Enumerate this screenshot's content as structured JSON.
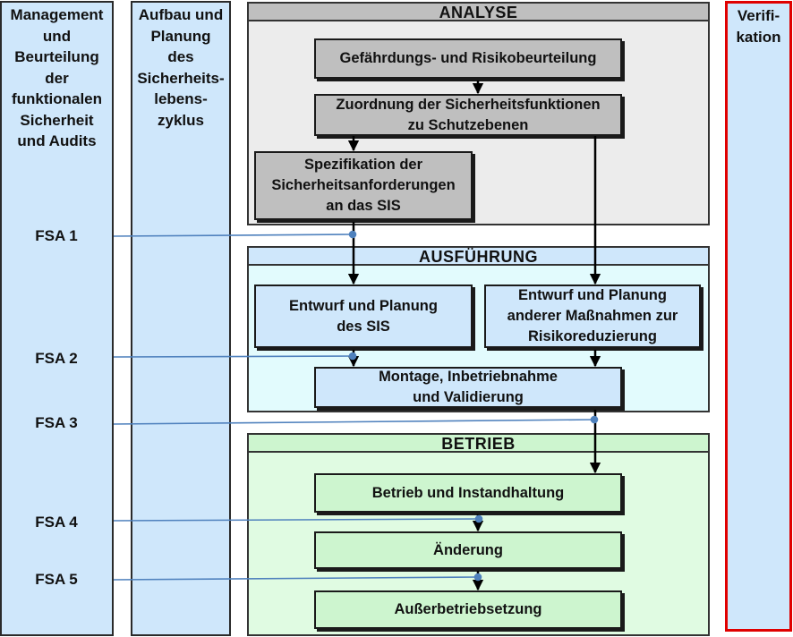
{
  "columns": {
    "management": "Management\nund\nBeurteilung\nder\nfunktionalen\nSicherheit\nund Audits",
    "lifecycle": "Aufbau und\nPlanung\ndes\nSicherheits-\nlebens-\nzyklus",
    "verification": "Verifi-\nkation"
  },
  "panels": {
    "analyse": "ANALYSE",
    "ausfuehrung": "AUSFÜHRUNG",
    "betrieb": "BETRIEB"
  },
  "boxes": {
    "risk": "Gefährdungs- und Risikobeurteilung",
    "assign": "Zuordnung der Sicherheitsfunktionen\nzu Schutzebenen",
    "spec": "Spezifikation der\nSicherheitsanforderungen\nan das SIS",
    "design_sis": "Entwurf und Planung\ndes SIS",
    "design_other": "Entwurf und Planung\nanderer Maßnahmen zur\nRisikoreduzierung",
    "install": "Montage, Inbetriebnahme\nund Validierung",
    "operation": "Betrieb und Instandhaltung",
    "change": "Änderung",
    "decommission": "Außerbetriebsetzung"
  },
  "fsa": [
    "FSA 1",
    "FSA 2",
    "FSA 3",
    "FSA 4",
    "FSA 5"
  ],
  "colors": {
    "column_fill": "#cfe7fb",
    "analyse_panel": "#ececec",
    "analyse_box": "#bfbfbf",
    "ausfuehrung_panel": "#e2fbfd",
    "betrieb_panel": "#e0fbe2",
    "betrieb_box": "#cdf5cf",
    "fsa_line": "#4f81bd",
    "verification_border": "#e00000"
  }
}
